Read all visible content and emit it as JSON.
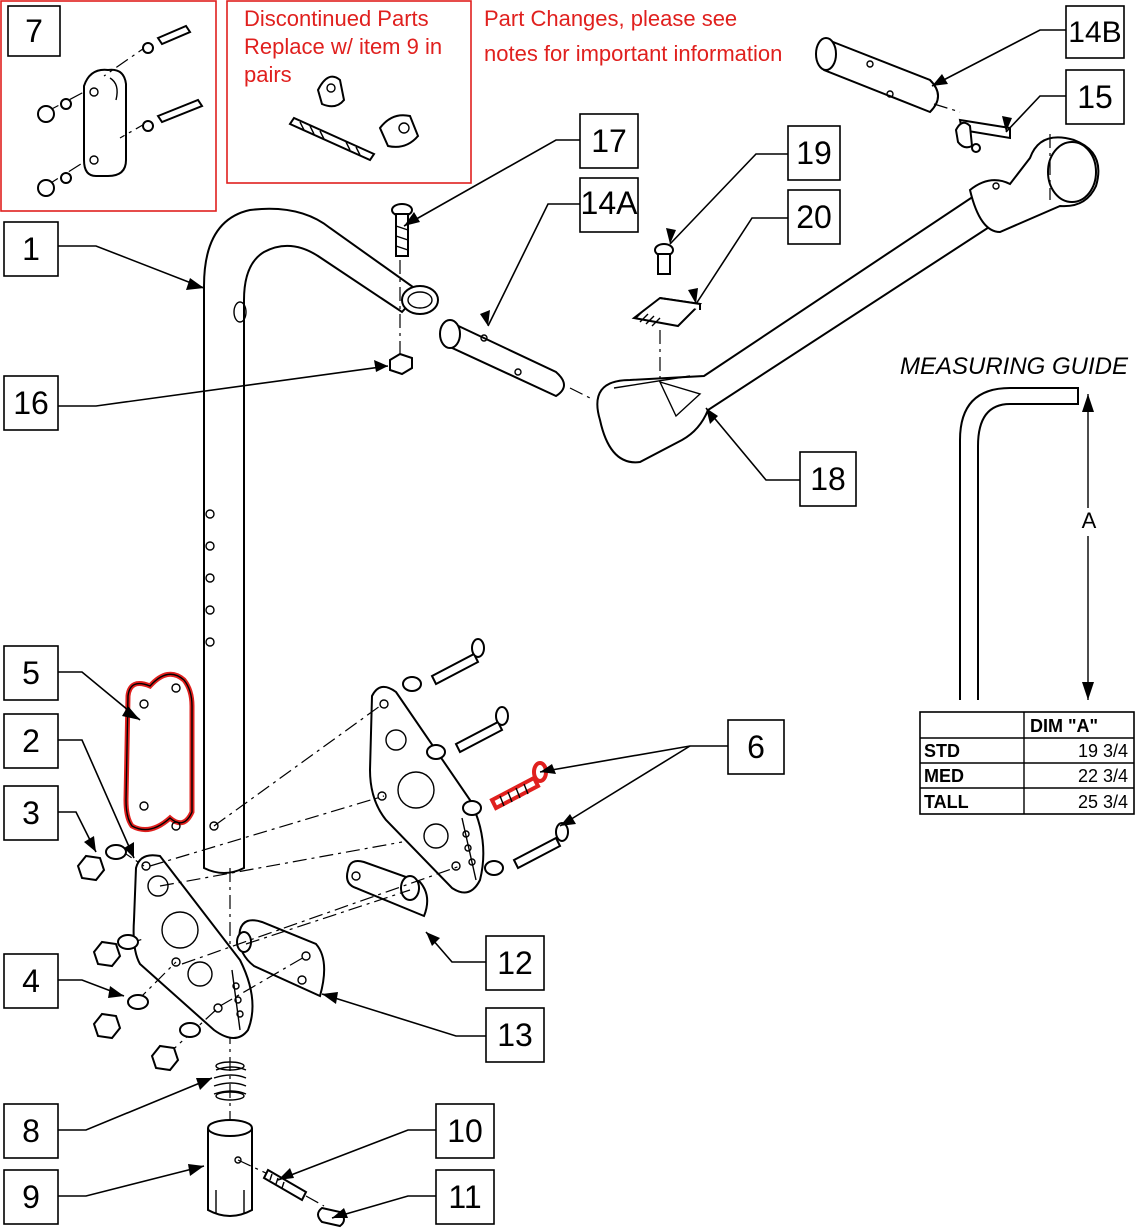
{
  "callouts": [
    {
      "id": "c7",
      "label": "7"
    },
    {
      "id": "c1",
      "label": "1"
    },
    {
      "id": "c16",
      "label": "16"
    },
    {
      "id": "c5",
      "label": "5"
    },
    {
      "id": "c2",
      "label": "2"
    },
    {
      "id": "c3",
      "label": "3"
    },
    {
      "id": "c4",
      "label": "4"
    },
    {
      "id": "c8",
      "label": "8"
    },
    {
      "id": "c9",
      "label": "9"
    },
    {
      "id": "c10",
      "label": "10"
    },
    {
      "id": "c11",
      "label": "11"
    },
    {
      "id": "c12",
      "label": "12"
    },
    {
      "id": "c13",
      "label": "13"
    },
    {
      "id": "c6",
      "label": "6"
    },
    {
      "id": "c17",
      "label": "17"
    },
    {
      "id": "c14a",
      "label": "14A"
    },
    {
      "id": "c19",
      "label": "19"
    },
    {
      "id": "c20",
      "label": "20"
    },
    {
      "id": "c18",
      "label": "18"
    },
    {
      "id": "c14b",
      "label": "14B"
    },
    {
      "id": "c15",
      "label": "15"
    }
  ],
  "notes": {
    "discontinued": [
      "Discontinued Parts",
      "Replace w/ item 9 in",
      "pairs"
    ],
    "changes": [
      "Part Changes, please see",
      "notes for important information"
    ]
  },
  "measuring_guide": {
    "title": "MEASURING GUIDE",
    "dimension_label": "A",
    "table": {
      "header": [
        "",
        "DIM \"A\""
      ],
      "rows": [
        [
          "STD",
          "19 3/4"
        ],
        [
          "MED",
          "22 3/4"
        ],
        [
          "TALL",
          "25 3/4"
        ]
      ]
    }
  },
  "colors": {
    "highlight": "#e0201e",
    "line": "#000000"
  }
}
